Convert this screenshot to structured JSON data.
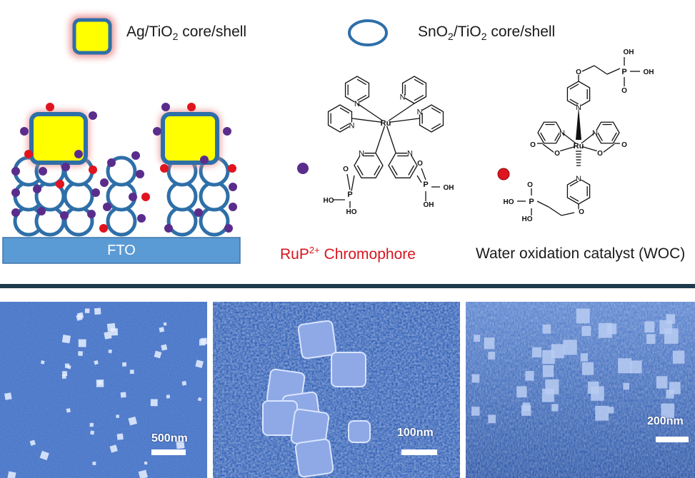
{
  "legend": {
    "ag_core_shell": {
      "prefix": "Ag/TiO",
      "sub": "2",
      "suffix": " core/shell",
      "icon": "ag-tio2-particle-icon"
    },
    "sno2_core_shell": {
      "prefix": "SnO",
      "sub1": "2",
      "mid": "/TiO",
      "sub2": "2",
      "suffix": " core/shell",
      "icon": "sno2-tio2-particle-icon"
    }
  },
  "electrode": {
    "substrate_label": "FTO"
  },
  "chromophore": {
    "name_prefix": "RuP",
    "charge": "2+",
    "name_suffix": " Chromophore",
    "marker_color": "#5a2d8c"
  },
  "catalyst": {
    "name": "Water oxidation catalyst (WOC)",
    "marker_color": "#e0141e"
  },
  "structure_atoms": {
    "ru": "Ru",
    "n": "N",
    "p": "P",
    "o": "O",
    "oh": "OH",
    "ho": "HO"
  },
  "micrographs": [
    {
      "scale_label": "500nm"
    },
    {
      "scale_label": "100nm"
    },
    {
      "scale_label": "200nm"
    }
  ],
  "colors": {
    "shell_blue": "#2e6fa8",
    "core_yellow": "#ffff00",
    "glow_red": "#e78484",
    "fto_blue": "#5b9bd5",
    "divider": "#1f3a4d",
    "sem_blue": "#3a6bc4"
  }
}
